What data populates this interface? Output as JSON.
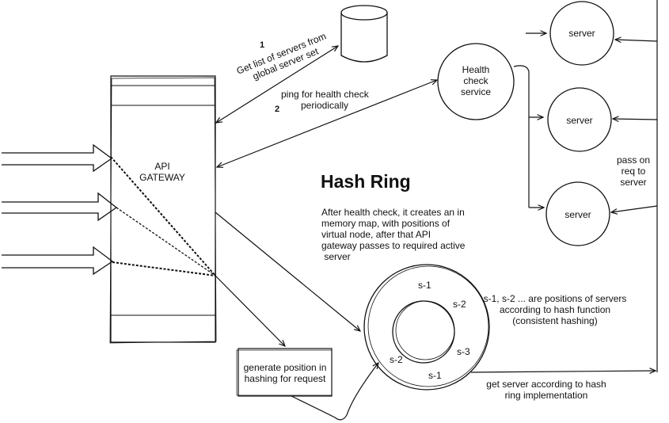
{
  "title": "Hash Ring",
  "gateway": {
    "label_line1": "API",
    "label_line2": "GATEWAY"
  },
  "database": {
    "icon": "database-cylinder-icon"
  },
  "steps": {
    "step1_number": "1",
    "step1_line1": "Get list of servers from",
    "step1_line2": "global server set",
    "step2_number": "2",
    "step2_line1": "ping for health check",
    "step2_line2": "periodically"
  },
  "health_check": {
    "line1": "Health",
    "line2": "check",
    "line3": "service"
  },
  "servers": [
    {
      "label": "server"
    },
    {
      "label": "server"
    },
    {
      "label": "server"
    }
  ],
  "pass_on": {
    "line1": "pass on",
    "line2": "req to",
    "line3": "server"
  },
  "description": {
    "line1": "After health check, it creates an in",
    "line2": "memory map, with positions of",
    "line3": "virtual node, after that API",
    "line4": "gateway passes to required active",
    "line5": " server"
  },
  "ring_positions": {
    "top": "s-1",
    "upper_right": "s-2",
    "right": "s-3",
    "left": "s-2",
    "bottom": "s-1"
  },
  "ring_note": {
    "line1": "s-1, s-2 ... are positions of servers",
    "line2": "according to hash function",
    "line3": "(consistent hashing)"
  },
  "generate_box": {
    "line1": "generate position in",
    "line2": "hashing for request"
  },
  "get_server": {
    "line1": "get server according to hash",
    "line2": "ring implementation"
  }
}
